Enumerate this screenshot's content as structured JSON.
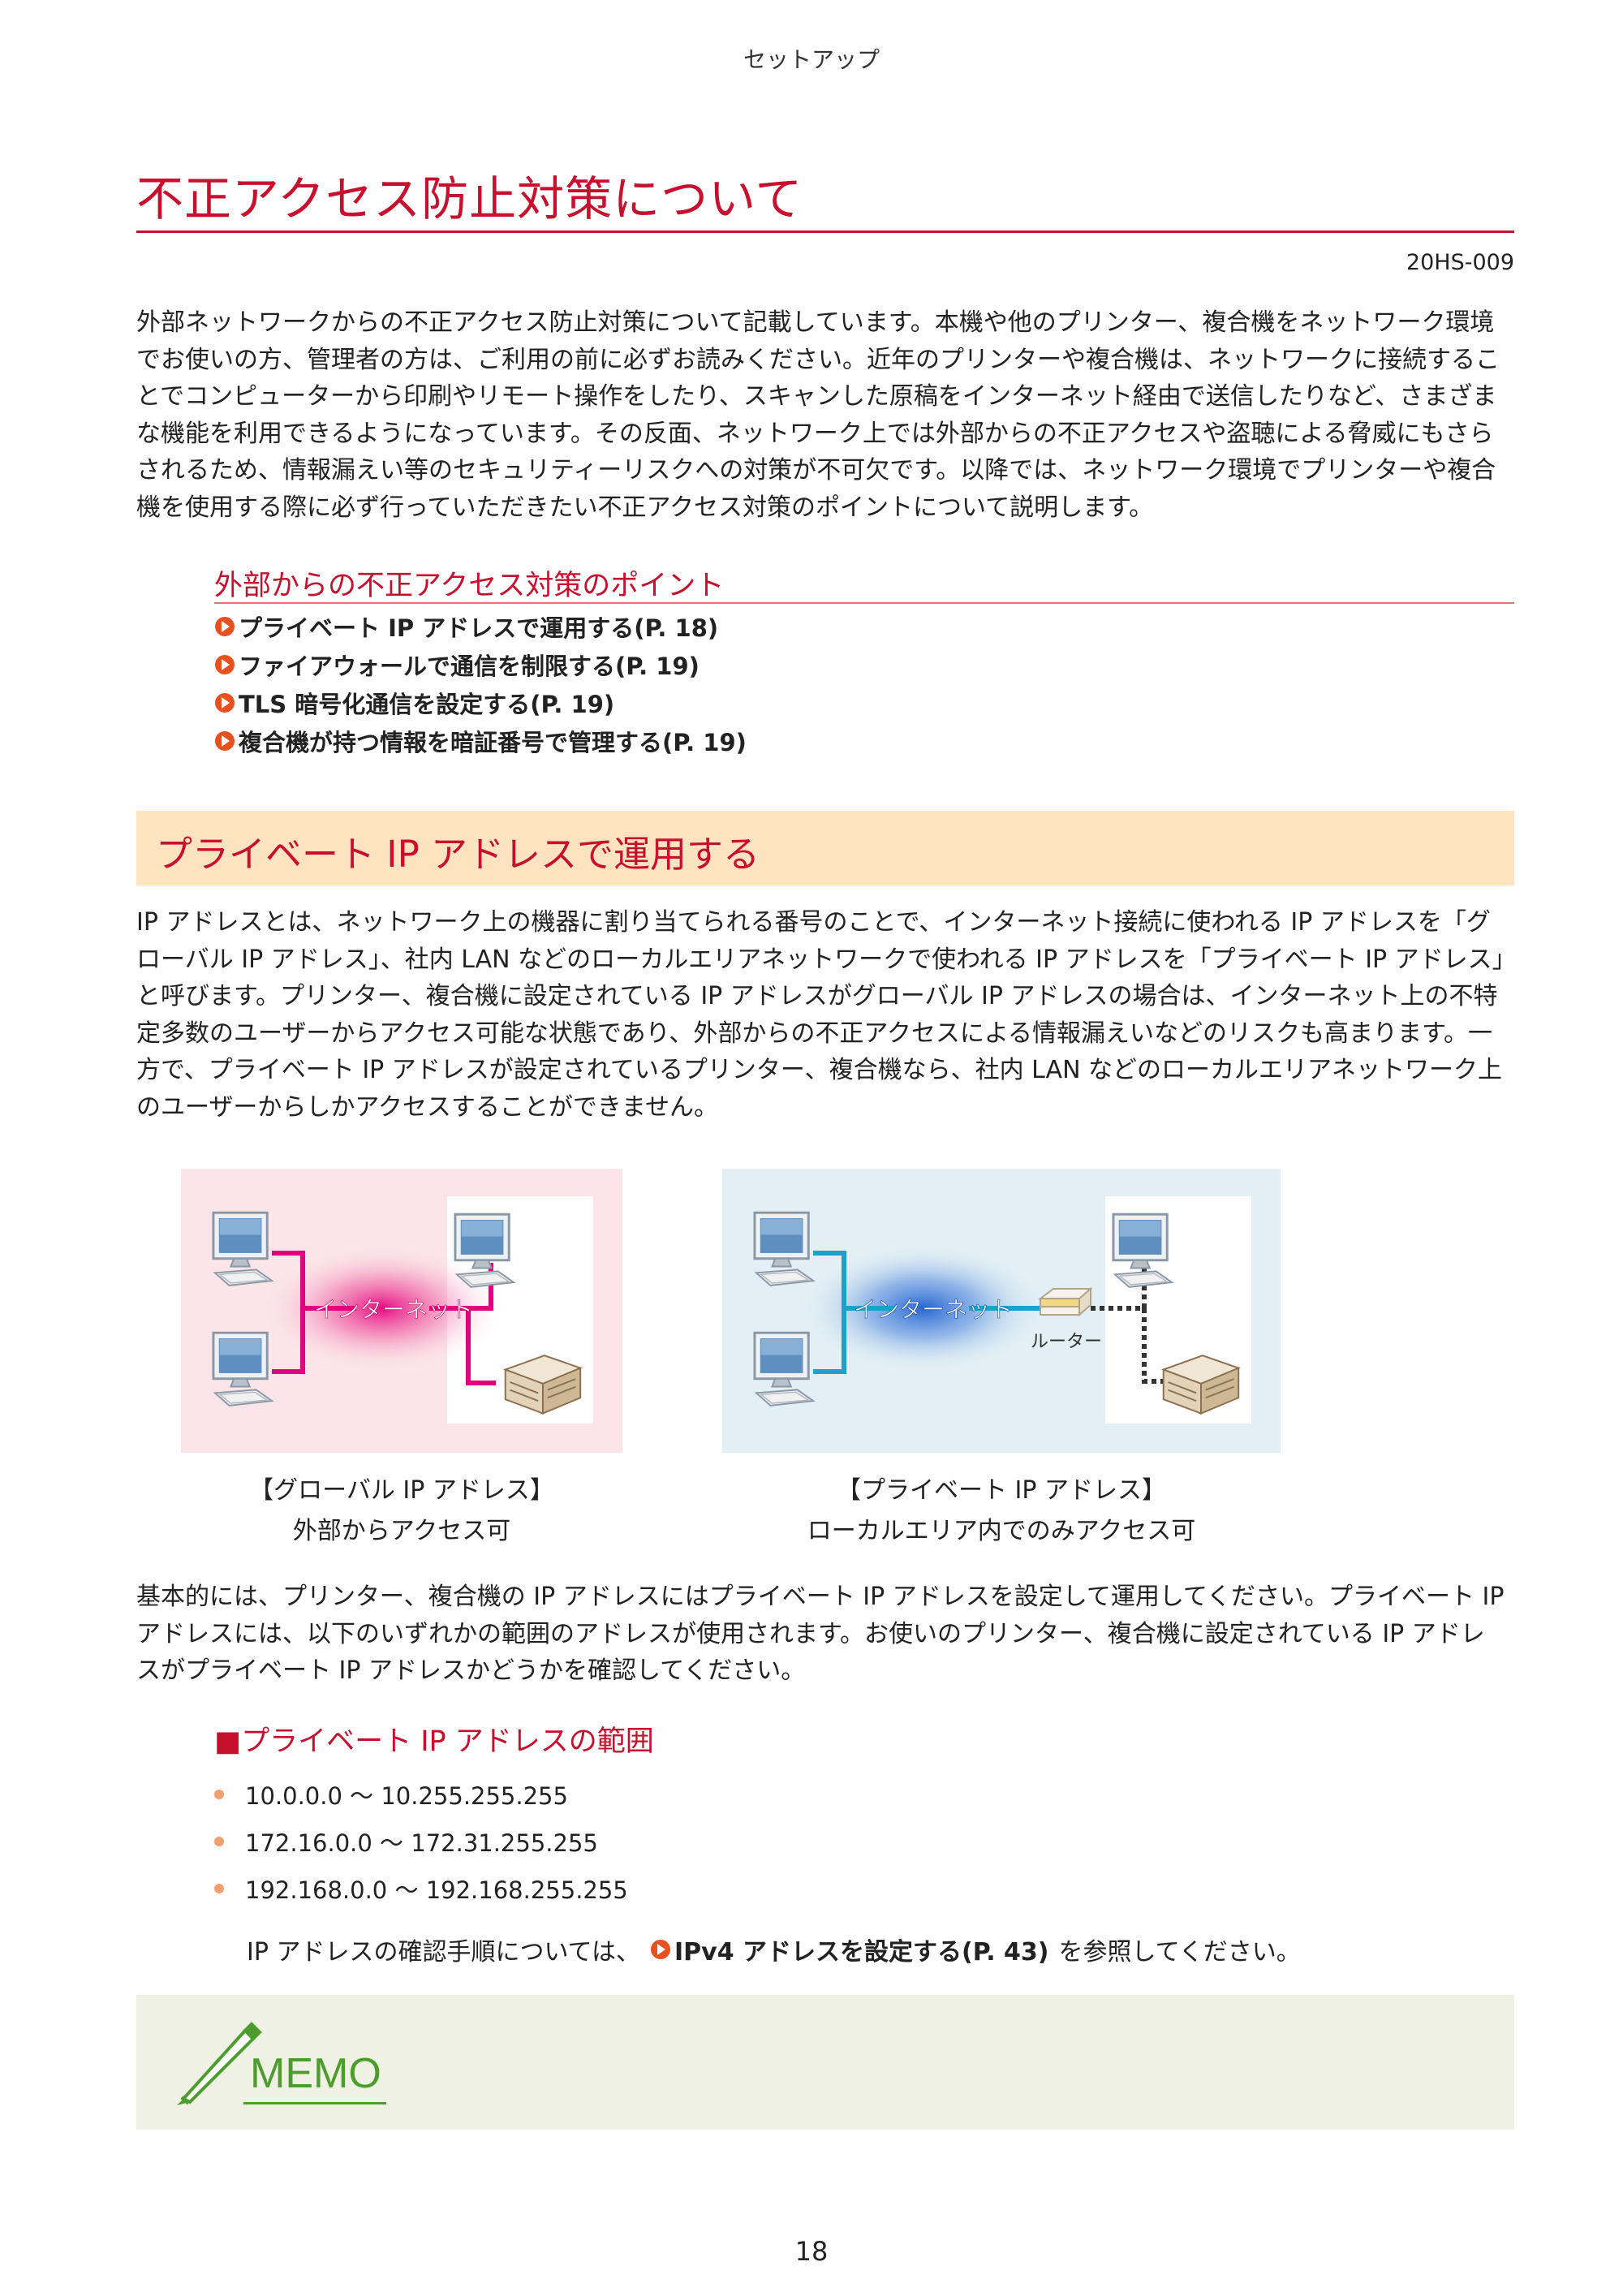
{
  "header": {
    "chapter": "セットアップ"
  },
  "page": {
    "title": "不正アクセス防止対策について",
    "doc_id": "20HS-009",
    "page_number": "18"
  },
  "intro": {
    "lines": [
      "外部ネットワークからの不正アクセス防止対策について記載しています。本機や他のプリンター、複合機をネットワーク環境",
      "でお使いの方、管理者の方は、ご利用の前に必ずお読みください。近年のプリンターや複合機は、ネットワークに接続するこ",
      "とでコンピューターから印刷やリモート操作をしたり、スキャンした原稿をインターネット経由で送信したりなど、さまざま",
      "な機能を利用できるようになっています。その反面、ネットワーク上では外部からの不正アクセスや盗聴による脅威にもさら",
      "されるため、情報漏えい等のセキュリティーリスクへの対策が不可欠です。以降では、ネットワーク環境でプリンターや複合",
      "機を使用する際に必ず行っていただきたい不正アクセス対策のポイントについて説明します。"
    ]
  },
  "points": {
    "title": "外部からの不正アクセス対策のポイント",
    "links": [
      "プライベート IP アドレスで運用する(P. 18)",
      "ファイアウォールで通信を制限する(P. 19)",
      "TLS 暗号化通信を設定する(P. 19)",
      "複合機が持つ情報を暗証番号で管理する(P. 19)"
    ]
  },
  "section": {
    "title": "プライベート IP アドレスで運用する",
    "lines": [
      "IP アドレスとは、ネットワーク上の機器に割り当てられる番号のことで、インターネット接続に使われる IP アドレスを「グ",
      "ローバル IP アドレス」、社内 LAN などのローカルエリアネットワークで使われる IP アドレスを「プライベート IP アドレス」",
      "と呼びます。プリンター、複合機に設定されている IP アドレスがグローバル IP アドレスの場合は、インターネット上の不特",
      "定多数のユーザーからアクセス可能な状態であり、外部からの不正アクセスによる情報漏えいなどのリスクも高まります。一",
      "方で、プライベート IP アドレスが設定されているプリンター、複合機なら、社内 LAN などのローカルエリアネットワーク上",
      "のユーザーからしかアクセスすることができません。"
    ]
  },
  "figures": {
    "global": {
      "internet_label": "インターネット",
      "caption_line1": "【グローバル IP アドレス】",
      "caption_line2": "外部からアクセス可",
      "color": "#e3007f"
    },
    "private": {
      "internet_label": "インターネット",
      "router_label": "ルーター",
      "caption_line1": "【プライベート IP アドレス】",
      "caption_line2": "ローカルエリア内でのみアクセス可",
      "color": "#1aa3c8"
    }
  },
  "body2": {
    "lines": [
      "基本的には、プリンター、複合機の IP アドレスにはプライベート IP アドレスを設定して運用してください。プライベート IP",
      "アドレスには、以下のいずれかの範囲のアドレスが使用されます。お使いのプリンター、複合機に設定されている IP アドレ",
      "スがプライベート IP アドレスかどうかを確認してください。"
    ]
  },
  "ranges": {
    "title": "■プライベート IP アドレスの範囲",
    "items": [
      "10.0.0.0 〜 10.255.255.255",
      "172.16.0.0 〜 172.31.255.255",
      "192.168.0.0 〜 192.168.255.255"
    ]
  },
  "reference": {
    "prefix": "IP アドレスの確認手順については、",
    "link": "IPv4 アドレスを設定する(P. 43)",
    "suffix": "を参照してください。"
  },
  "memo": {
    "label": "MEMO"
  },
  "colors": {
    "accent": "#c8102e",
    "band": "#fde3c0",
    "memo_bg": "#eef1e4",
    "memo_green": "#4c9c2e"
  }
}
